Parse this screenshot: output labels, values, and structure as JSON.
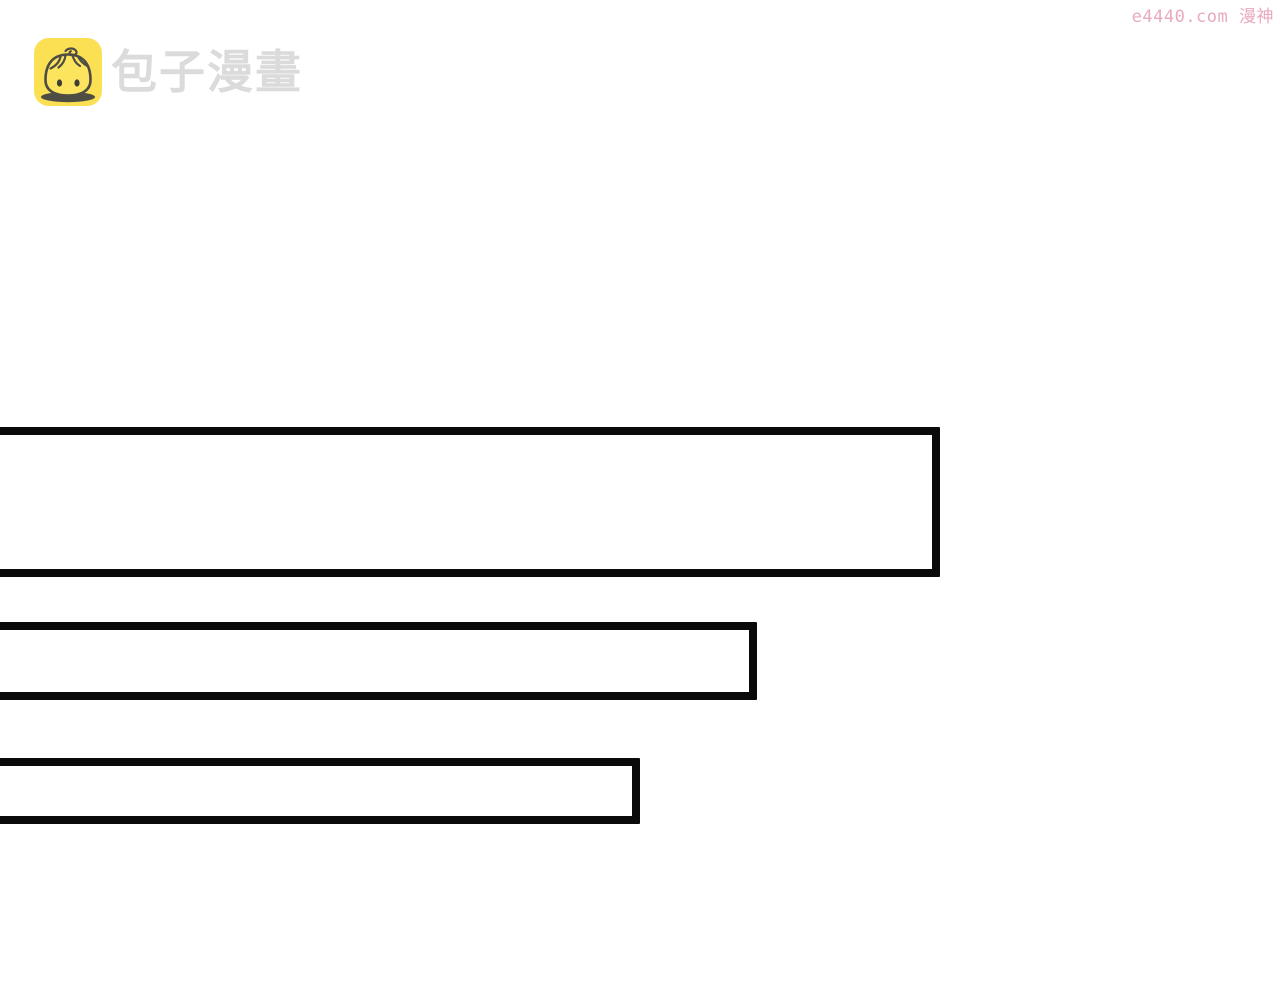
{
  "brand": {
    "name": "包子漫畫",
    "icon": "baozi-bun-icon",
    "colors": {
      "icon_background": "#FBE054",
      "icon_line": "#4D4D44",
      "text": "#DBDBDB"
    }
  },
  "watermark": {
    "text": "e4440.com 漫神",
    "color": "#E8AABE"
  },
  "comic": {
    "border_color": "#0A0A0A",
    "fill_color": "#FFFFFF",
    "caption_boxes": [
      {
        "id": "caption-box-1",
        "text": ""
      },
      {
        "id": "caption-box-2",
        "text": ""
      },
      {
        "id": "caption-box-3",
        "text": ""
      }
    ]
  }
}
